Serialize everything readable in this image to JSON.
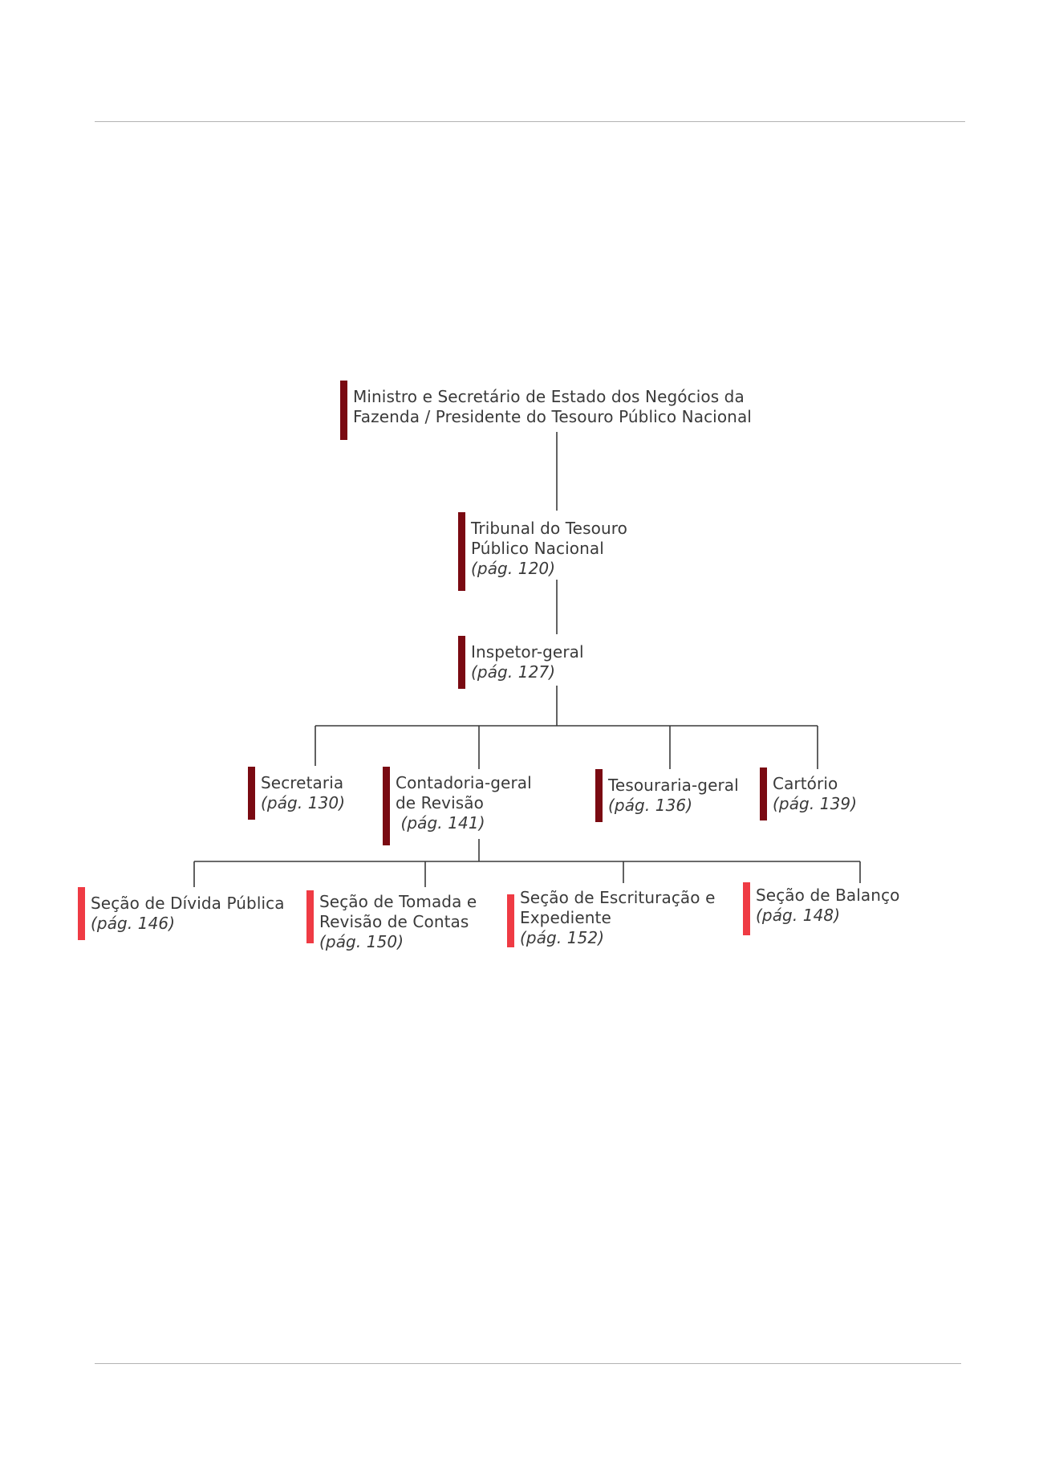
{
  "diagram": {
    "nodes": {
      "ministro": {
        "lines": [
          "Ministro e Secretário de Estado dos Negócios da",
          "Fazenda / Presidente do Tesouro Público Nacional"
        ],
        "page": ""
      },
      "tribunal": {
        "lines": [
          "Tribunal do Tesouro",
          "Público Nacional"
        ],
        "page": "(pág. 120)"
      },
      "inspetor": {
        "lines": [
          "Inspetor-geral"
        ],
        "page": "(pág. 127)"
      },
      "secretaria": {
        "lines": [
          "Secretaria"
        ],
        "page": "(pág. 130)"
      },
      "contadoria": {
        "lines": [
          "Contadoria-geral",
          "de Revisão"
        ],
        "page": " (pág. 141)"
      },
      "tesouraria": {
        "lines": [
          "Tesouraria-geral"
        ],
        "page": "(pág. 136)"
      },
      "cartorio": {
        "lines": [
          "Cartório"
        ],
        "page": "(pág. 139)"
      },
      "divida": {
        "lines": [
          "Seção de Dívida Pública"
        ],
        "page": "(pág. 146)"
      },
      "tomada": {
        "lines": [
          "Seção de Tomada e",
          "Revisão de Contas"
        ],
        "page": "(pág. 150)"
      },
      "escrituracao": {
        "lines": [
          "Seção de Escrituração e",
          "Expediente"
        ],
        "page": "(pág. 152)"
      },
      "balanco": {
        "lines": [
          "Seção de Balanço"
        ],
        "page": "(pág. 148)"
      }
    },
    "edges": [
      [
        "ministro",
        "tribunal"
      ],
      [
        "tribunal",
        "inspetor"
      ],
      [
        "inspetor",
        "secretaria"
      ],
      [
        "inspetor",
        "contadoria"
      ],
      [
        "inspetor",
        "tesouraria"
      ],
      [
        "inspetor",
        "cartorio"
      ],
      [
        "contadoria",
        "divida"
      ],
      [
        "contadoria",
        "tomada"
      ],
      [
        "contadoria",
        "escrituracao"
      ],
      [
        "contadoria",
        "balanco"
      ]
    ],
    "colors": {
      "level_dark": "#7a0a12",
      "level_light": "#ef3b44",
      "text": "#3a3a3a",
      "connector": "#3a3a3a",
      "rule": "#b3b3b3"
    }
  }
}
